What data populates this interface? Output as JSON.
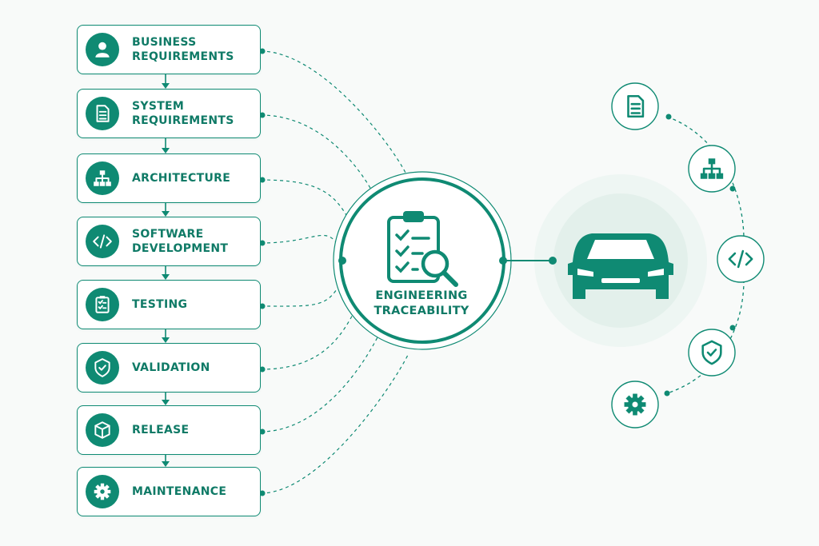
{
  "palette": {
    "primary": "#0f8a73",
    "text": "#0f7a66",
    "halo": "#e7f3ef",
    "background": "#f8faf9"
  },
  "stages": [
    {
      "label": "BUSINESS\nREQUIREMENTS",
      "icon": "user-icon"
    },
    {
      "label": "SYSTEM\nREQUIREMENTS",
      "icon": "document-icon"
    },
    {
      "label": "ARCHITECTURE",
      "icon": "hierarchy-icon"
    },
    {
      "label": "SOFTWARE\nDEVELOPMENT",
      "icon": "code-icon"
    },
    {
      "label": "TESTING",
      "icon": "checklist-icon"
    },
    {
      "label": "VALIDATION",
      "icon": "shield-check-icon"
    },
    {
      "label": "RELEASE",
      "icon": "box-icon"
    },
    {
      "label": "MAINTENANCE",
      "icon": "gear-icon"
    }
  ],
  "hub": {
    "label": "ENGINEERING\nTRACEABILITY",
    "icon": "clipboard-search-icon"
  },
  "vehicle": {
    "icon": "car-icon"
  },
  "orbit_icons": [
    "document-icon",
    "hierarchy-icon",
    "code-icon",
    "shield-check-icon",
    "gear-icon"
  ]
}
